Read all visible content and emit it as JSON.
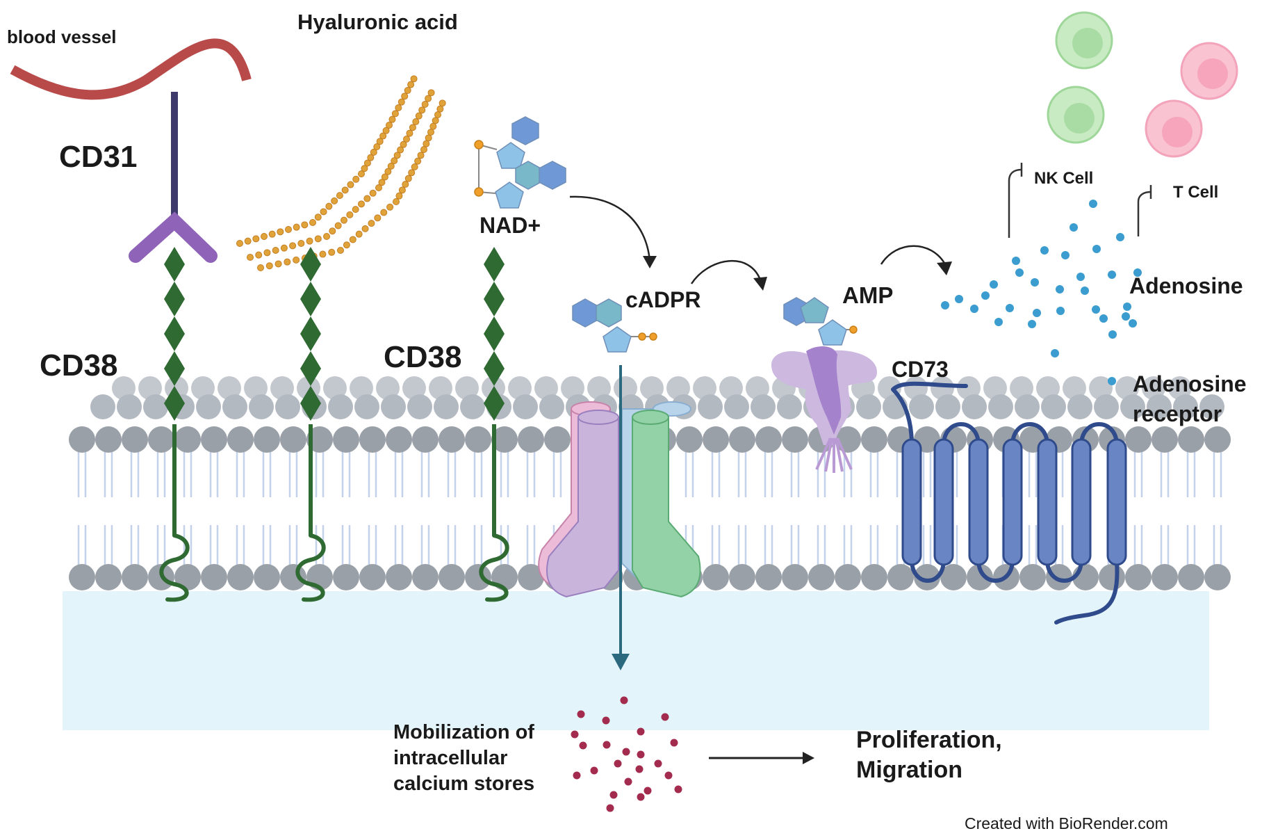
{
  "labels": {
    "blood_vessel": "blood vessel",
    "hyaluronic_acid": "Hyaluronic acid",
    "cd31": "CD31",
    "cd38_left": "CD38",
    "cd38_mid": "CD38",
    "nad": "NAD+",
    "cadpr": "cADPR",
    "amp": "AMP",
    "cd73": "CD73",
    "nk_cell": "NK Cell",
    "t_cell": "T Cell",
    "adenosine": "Adenosine",
    "adenosine_receptor_line1": "Adenosine",
    "adenosine_receptor_line2": "receptor",
    "mobilization_line1": "Mobilization of",
    "mobilization_line2": "intracellular",
    "mobilization_line3": "calcium stores",
    "outcome_line1": "Proliferation,",
    "outcome_line2": "Migration",
    "credit": "Created with BioRender.com"
  },
  "colors": {
    "blood_vessel": "#b94a4a",
    "cd31": "#3d3a6b",
    "cd31_head": "#8e63b8",
    "cd38": "#2f6a32",
    "membrane_head": "#9aa0a8",
    "membrane_head_back": "#c3c8cf",
    "cytoplasm": "#e3f4fb",
    "hyaluronic": "#e0a33a",
    "channel_purple": "#c9b5dc",
    "channel_pink": "#ecbbd8",
    "channel_green": "#93d1a6",
    "channel_blue": "#b8d4ea",
    "cd73_purple": "#b99ad4",
    "receptor": "#6a85c4",
    "adenosine_dot": "#3a9ccf",
    "calcium_dot": "#a32c4e",
    "nk_cell": "#c9ebc3",
    "t_cell": "#f9c3d2",
    "arrow": "#2b6a7e"
  }
}
